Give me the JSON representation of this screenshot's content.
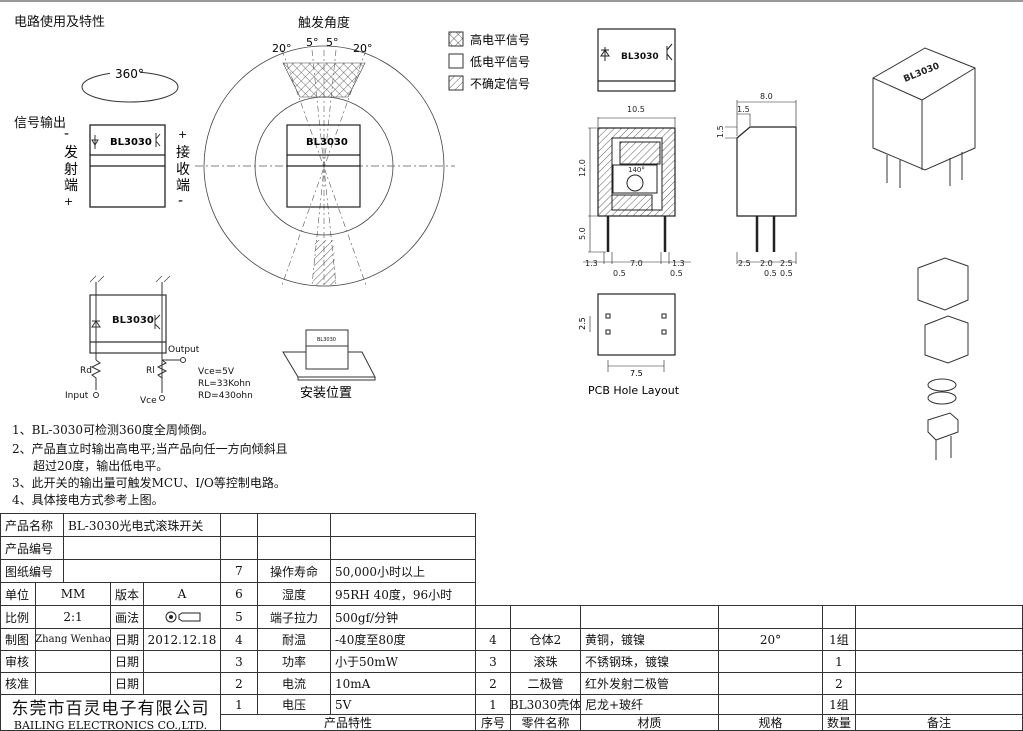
{
  "section_title": "电路使用及特性",
  "rotation_label": "360°",
  "signal_output_label": "信号输出",
  "emitter_label": [
    "-",
    "发",
    "射",
    "端",
    "+"
  ],
  "receiver_label": [
    "+",
    "接",
    "收",
    "端",
    "-"
  ],
  "chip_label": "BL3030",
  "trigger_angle": {
    "title": "触发角度",
    "angles": [
      "20°",
      "5°",
      "5°",
      "20°"
    ]
  },
  "legend": [
    "高电平信号",
    "低电平信号",
    "不确定信号"
  ],
  "circuit": {
    "output": "Output",
    "rd": "Rd",
    "rl": "Rl",
    "input": "Input",
    "vce": "Vce",
    "specs": [
      "Vce=5V",
      "RL=33Kohn",
      "RD=430ohn"
    ]
  },
  "mount_label": "安装位置",
  "dims": {
    "width": "10.5",
    "height": "12.0",
    "pin": "5.0",
    "left": "1.3",
    "mid": "7.0",
    "right": "1.3",
    "pin_w1": "0.5",
    "pin_w2": "0.5",
    "depth": "8.0",
    "chamfer1": "1.5",
    "chamfer2": "1.5",
    "s1": "2.5",
    "s2": "2.0",
    "s3": "2.5",
    "p1": "0.5",
    "p2": "0.5",
    "angle": "140°",
    "hole_h": "2.5",
    "hole_w": "7.5"
  },
  "pcb_label": "PCB Hole Layout",
  "notes": [
    "1、BL-3030可检测360度全周倾倒。",
    "2、产品直立时输出高电平;当产品向任一方向倾斜且",
    "超过20度，输出低电平。",
    "3、此开关的输出量可触发MCU、I/O等控制电路。",
    "4、具体接电方式参考上图。"
  ],
  "title_block": {
    "product_name_label": "产品名称",
    "product_name": "BL-3030光电式滚珠开关",
    "product_no_label": "产品编号",
    "drawing_no_label": "图纸编号",
    "unit_label": "单位",
    "unit": "MM",
    "version_label": "版本",
    "version": "A",
    "scale_label": "比例",
    "scale": "2:1",
    "method_label": "画法",
    "drawn_label": "制图",
    "drawn_by": "Zhang Wenhao",
    "date_label": "日期",
    "date": "2012.12.18",
    "review_label": "审核",
    "approve_label": "核准",
    "company_cn": "东莞市百灵电子有限公司",
    "company_en": "BAILING ELECTRONICS CO.,LTD."
  },
  "characteristics": {
    "header": "产品特性",
    "rows": [
      {
        "no": "7",
        "name": "操作寿命",
        "value": "50,000小时以上"
      },
      {
        "no": "6",
        "name": "湿度",
        "value": "95RH 40度，96小时"
      },
      {
        "no": "5",
        "name": "端子拉力",
        "value": "500gf/分钟"
      },
      {
        "no": "4",
        "name": "耐温",
        "value": "-40度至80度"
      },
      {
        "no": "3",
        "name": "功率",
        "value": "小于50mW"
      },
      {
        "no": "2",
        "name": "电流",
        "value": "10mA"
      },
      {
        "no": "1",
        "name": "电压",
        "value": "5V"
      }
    ]
  },
  "parts": {
    "headers": [
      "序号",
      "零件名称",
      "材质",
      "规格",
      "数量",
      "备注"
    ],
    "rows": [
      {
        "no": "4",
        "name": "仓体2",
        "material": "黄铜，镀镍",
        "spec": "20°",
        "qty": "1组"
      },
      {
        "no": "3",
        "name": "滚珠",
        "material": "不锈钢珠，镀镍",
        "spec": "",
        "qty": "1"
      },
      {
        "no": "2",
        "name": "二极管",
        "material": "红外发射二极管",
        "spec": "",
        "qty": "2"
      },
      {
        "no": "1",
        "name": "BL3030壳体",
        "material": "尼龙+玻纤",
        "spec": "",
        "qty": "1组"
      }
    ]
  }
}
